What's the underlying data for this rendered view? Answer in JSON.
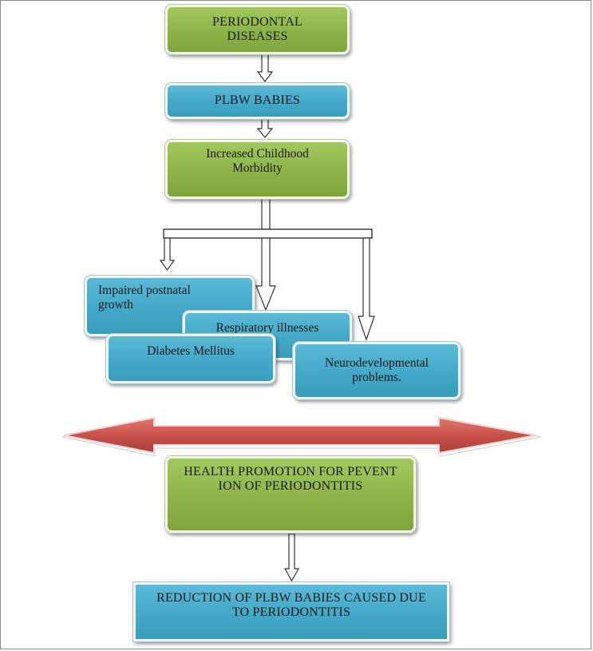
{
  "nodes": {
    "periodontal_diseases": "PERIODONTAL DISEASES",
    "plbw_babies": "PLBW BABIES",
    "increased_morbidity": "Increased Childhood Morbidity",
    "impaired_growth": "Impaired postnatal growth",
    "respiratory": "Respiratory illnesses",
    "diabetes": "Diabetes Mellitus",
    "neurodevelopmental": "Neurodevelopmental problems.",
    "health_promotion": "HEALTH PROMOTION FOR PEVENT ION OF PERIODONTITIS",
    "reduction": "REDUCTION OF PLBW BABIES CAUSED DUE TO PERIODONTITIS"
  },
  "colors": {
    "green_box": "#8db348",
    "blue_box": "#43a8c9",
    "double_arrow": "#c9504a"
  }
}
